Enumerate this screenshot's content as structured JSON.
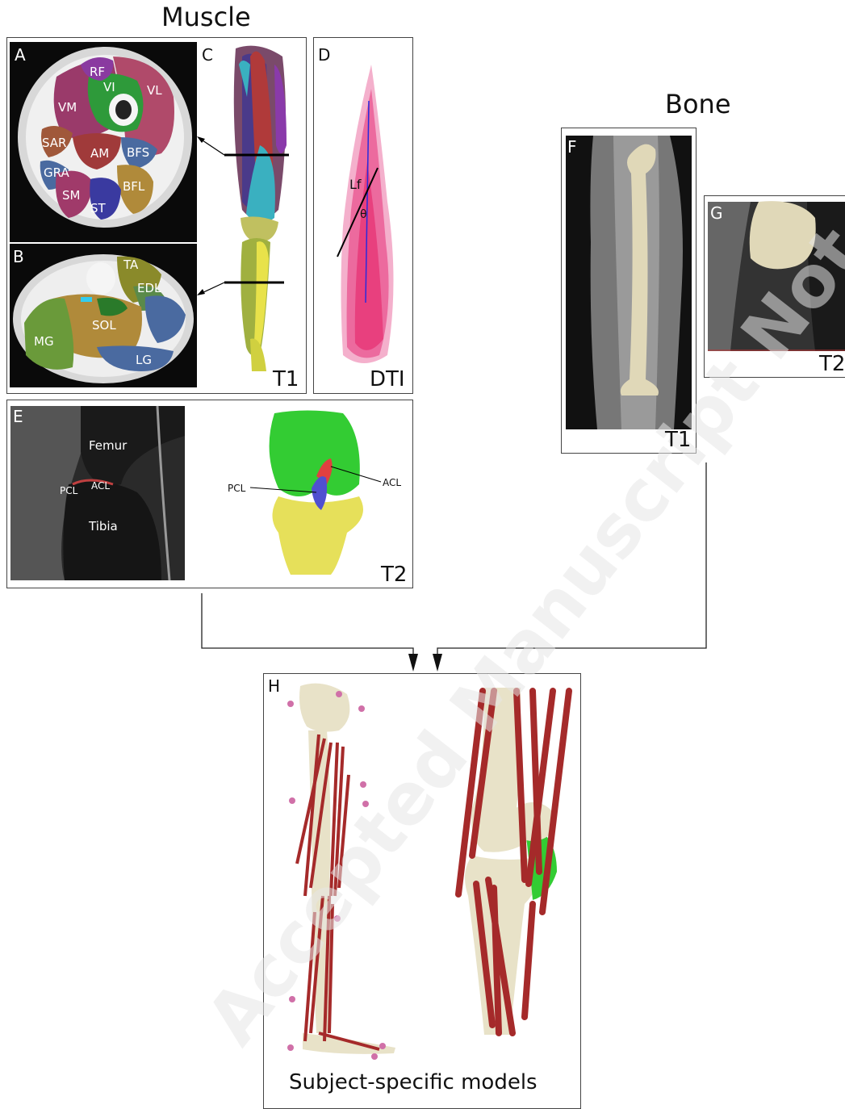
{
  "sections": {
    "muscle_title": "Muscle",
    "bone_title": "Bone",
    "models_caption": "Subject-specific models"
  },
  "panels": {
    "A": {
      "label": "A",
      "muscles": [
        "RF",
        "VI",
        "VL",
        "VM",
        "SAR",
        "AM",
        "BFS",
        "GRA",
        "SM",
        "BFL",
        "ST"
      ]
    },
    "B": {
      "label": "B",
      "muscles": [
        "TA",
        "EDL",
        "SOL",
        "MG",
        "LG"
      ]
    },
    "C": {
      "label": "C",
      "sequence": "T1"
    },
    "D": {
      "label": "D",
      "sequence": "DTI",
      "symbols": [
        "Lf",
        "θ"
      ]
    },
    "E": {
      "label": "E",
      "sequence": "T2",
      "mri_labels": [
        "Femur",
        "PCL",
        "ACL",
        "Tibia"
      ],
      "model_labels": [
        "PCL",
        "ACL"
      ]
    },
    "F": {
      "label": "F",
      "sequence": "T1"
    },
    "G": {
      "label": "G",
      "sequence": "T2"
    },
    "H": {
      "label": "H"
    }
  },
  "watermark": "Accepted Manuscript Not Copyedited",
  "colors": {
    "muscle_red": "#a52a2a",
    "bone": "#e8e2c8",
    "femur_green": "#33cc33",
    "tibia_yellow": "#e6e05a",
    "dti_pink": "#e8508a"
  }
}
